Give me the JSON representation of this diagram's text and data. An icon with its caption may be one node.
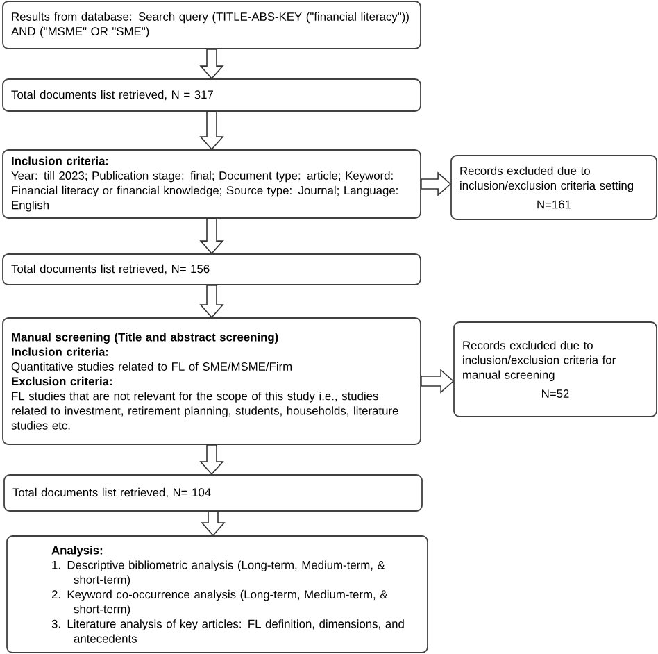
{
  "diagram": {
    "nodes": [
      {
        "text": [
          "Results from database: Search query (TITLE-ABS-KEY (\"financial literacy\")) AND (\"MSME\" OR \"SME\")"
        ]
      },
      {
        "text": [
          "Total documents list retrieved, N = 317"
        ]
      },
      {
        "text": [
          "Inclusion criteria:",
          "Year: till 2023; Publication stage: final; Document type: article; Keyword: Financial literacy or financial knowledge; Source type: Journal; Language: English"
        ]
      },
      {
        "text": [
          "Records excluded due to inclusion/exclusion criteria setting",
          "N=161"
        ]
      },
      {
        "text": [
          "Total documents list retrieved, N= 156"
        ]
      },
      {
        "text": [
          "Manual screening (Title and abstract screening)",
          "Inclusion criteria:",
          "Quantitative studies related to FL of SME/MSME/Firm",
          "Exclusion criteria:",
          "FL studies that are not relevant for the scope of this study i.e., studies related to investment, retirement planning, students, households, literature studies etc."
        ]
      },
      {
        "text": [
          "Records excluded due to inclusion/exclusion criteria for manual screening",
          "N=52"
        ]
      },
      {
        "text": [
          "Total documents list retrieved, N= 104"
        ]
      },
      {
        "text": [
          "Analysis:",
          "1. Descriptive bibliometric analysis (Long-term, Medium-term, & short-term)",
          "2. Keyword co-occurrence analysis (Long-term, Medium-term, & short-term)",
          "3. Literature analysis of key articles: FL definition, dimensions, and antecedents"
        ]
      }
    ],
    "edges": [
      {
        "from": 0,
        "to": 1,
        "arrow": "to"
      },
      {
        "from": 1,
        "to": 2,
        "arrow": "to"
      },
      {
        "from": 2,
        "to": 3,
        "arrow": "to"
      },
      {
        "from": 2,
        "to": 4,
        "arrow": "to"
      },
      {
        "from": 4,
        "to": 5,
        "arrow": "to"
      },
      {
        "from": 5,
        "to": 6,
        "arrow": "to"
      },
      {
        "from": 5,
        "to": 7,
        "arrow": "to"
      },
      {
        "from": 7,
        "to": 8,
        "arrow": "to"
      }
    ]
  }
}
